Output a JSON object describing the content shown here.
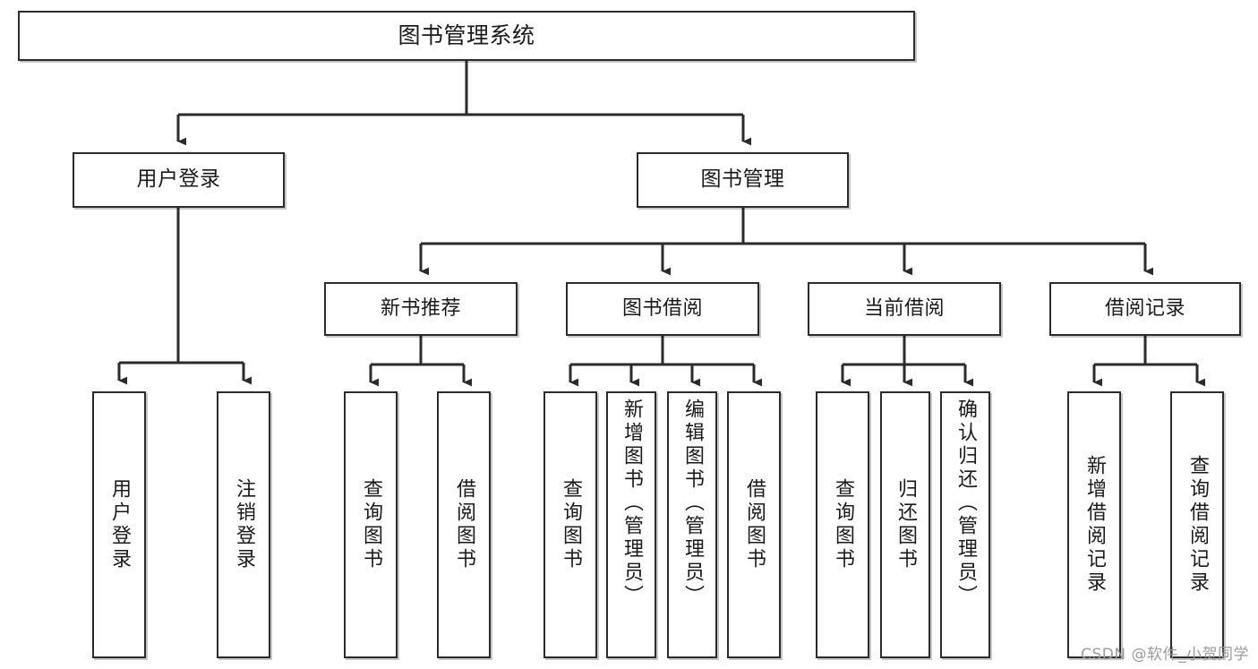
{
  "diagram": {
    "type": "tree-hierarchy-flowchart",
    "title": "图书管理系统",
    "colors": {
      "border": "#2b2b2b",
      "fill": "#ffffff",
      "text": "#1a1a1a",
      "watermark": "#9b9b9b",
      "background": "#ffffff"
    },
    "root": {
      "label": "图书管理系统",
      "orientation": "horizontal"
    },
    "level1": [
      {
        "label": "用户登录",
        "orientation": "horizontal"
      },
      {
        "label": "图书管理",
        "orientation": "horizontal"
      }
    ],
    "level2": [
      {
        "label": "新书推荐",
        "orientation": "horizontal"
      },
      {
        "label": "图书借阅",
        "orientation": "horizontal"
      },
      {
        "label": "当前借阅",
        "orientation": "horizontal"
      },
      {
        "label": "借阅记录",
        "orientation": "horizontal"
      }
    ],
    "leaves": {
      "user_login": [
        {
          "label": "用户登录",
          "orientation": "vertical"
        },
        {
          "label": "注销登录",
          "orientation": "vertical"
        }
      ],
      "new_book_recommend": [
        {
          "label": "查询图书",
          "orientation": "vertical"
        },
        {
          "label": "借阅图书",
          "orientation": "vertical"
        }
      ],
      "book_borrow": [
        {
          "label": "查询图书",
          "orientation": "vertical"
        },
        {
          "label": "新增图书（管理员）",
          "orientation": "vertical"
        },
        {
          "label": "编辑图书（管理员）",
          "orientation": "vertical"
        },
        {
          "label": "借阅图书",
          "orientation": "vertical"
        }
      ],
      "current_borrow": [
        {
          "label": "查询图书",
          "orientation": "vertical"
        },
        {
          "label": "归还图书",
          "orientation": "vertical"
        },
        {
          "label": "确认归还（管理员）",
          "orientation": "vertical"
        }
      ],
      "borrow_record": [
        {
          "label": "新增借阅记录",
          "orientation": "vertical"
        },
        {
          "label": "查询借阅记录",
          "orientation": "vertical"
        }
      ]
    },
    "watermark": "CSDN @软件_小贺同学"
  }
}
